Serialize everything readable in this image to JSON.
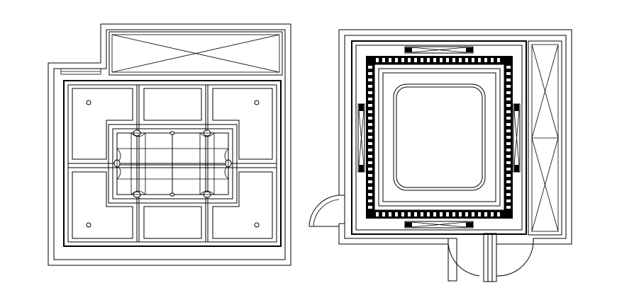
{
  "drawing": {
    "background": "#ffffff",
    "stroke": "#000000",
    "plans": [
      {
        "name": "left-ceiling-plan",
        "features": [
          "exhaust-vent",
          "recessed-light-x4",
          "coffered-centre-panel",
          "ornamental-fitting-x8"
        ]
      },
      {
        "name": "right-ceiling-plan",
        "features": [
          "exhaust-vent",
          "patterned-border",
          "rounded-centre-panel",
          "strip-light-x4",
          "door-swing-x2"
        ]
      }
    ]
  }
}
